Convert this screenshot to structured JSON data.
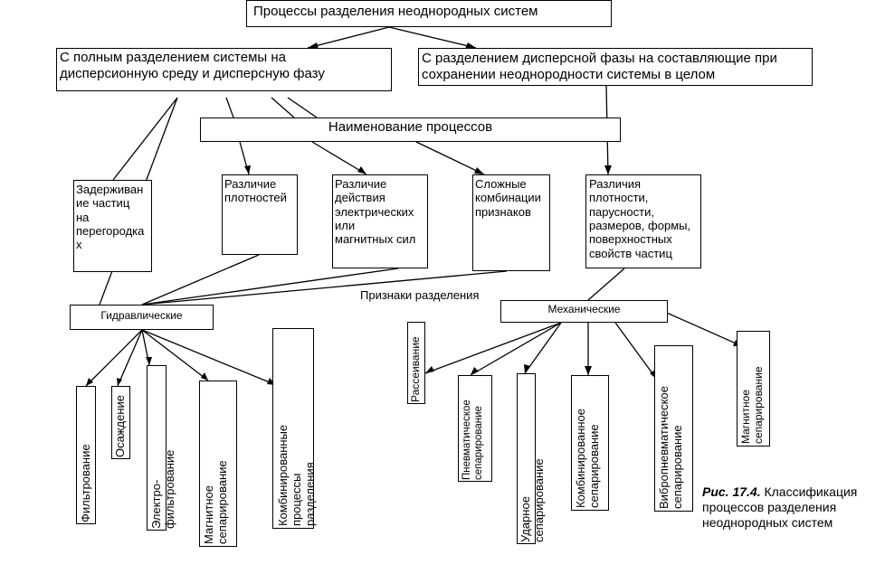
{
  "diagram": {
    "root": "Процессы разделения неоднородных систем",
    "branch_full": "С полным разделением системы на\nдисперсионную среду и дисперсную фазу",
    "branch_partial": "С разделением дисперсной фазы на составляющие при\nсохранении неоднородности системы в целом",
    "process_names": "Наименование процессов",
    "criteria": {
      "barrier": "Задерживан\nие частиц\nна\nперегородка\nх",
      "density": "Различие\nплотностей",
      "fields": "Различие\nдействия\nэлектрических\nили\nмагнитных сил",
      "combined": "Сложные\nкомбинации\nпризнаков",
      "properties": "Различия\nплотности,\nпарусности,\nразмеров, формы,\nповерхностных\nсвойств частиц"
    },
    "signs_label": "Признаки разделения",
    "hydraulic": "Гидравлические",
    "mechanical": "Механические",
    "hydraulic_methods": [
      "Фильтрование",
      "Осаждение",
      "Электро-фильтрование",
      "Магнитное\nсепарирование",
      "Комбинированные процессы\nразделения"
    ],
    "mechanical_methods": [
      "Рассеивание",
      "Пневматическое\nсепарирование",
      "Ударное сепарирование",
      "Комбинированное\nсепарирование",
      "Вибропневматическое\nсепарирование",
      "Магнитное\nсепарирование"
    ]
  },
  "caption": {
    "prefix": "Рис. 17.4.",
    "text": " Классификация\nпроцессов разделения\nнеоднородных систем"
  }
}
